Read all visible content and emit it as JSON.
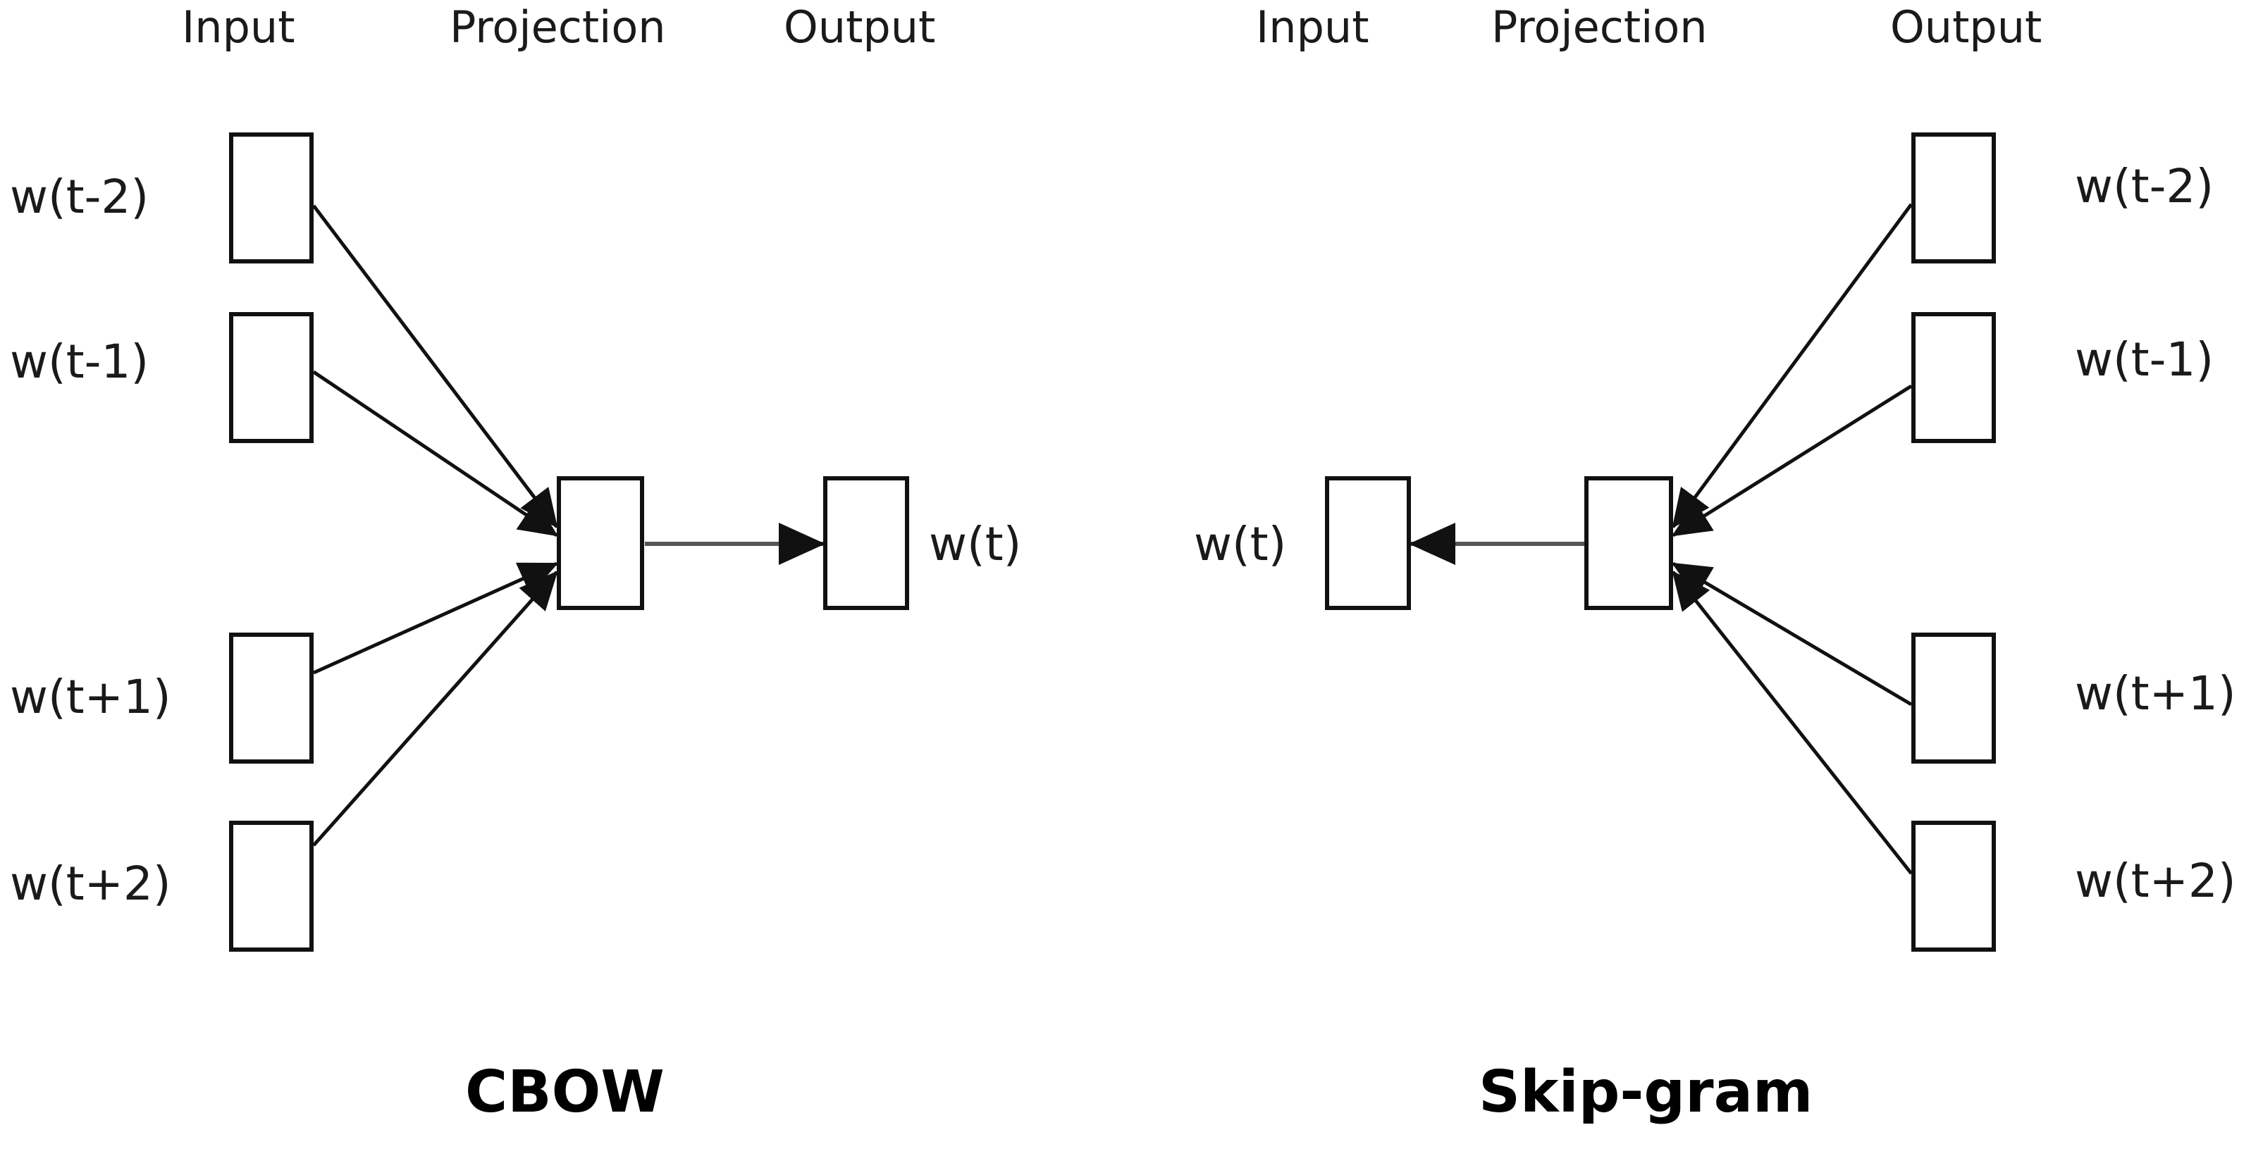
{
  "figure": {
    "background_color": "#ffffff",
    "stroke_color": "#111111",
    "text_color": "#1a1a1a"
  },
  "panels": [
    {
      "id": "cbow",
      "title": "CBOW",
      "headers": {
        "input": "Input",
        "projection": "Projection",
        "output": "Output"
      },
      "input_labels": [
        "w(t-2)",
        "w(t-1)",
        "w(t+1)",
        "w(t+2)"
      ],
      "output_labels": [
        "w(t)"
      ],
      "direction": "inputs-to-projection-to-output"
    },
    {
      "id": "skipgram",
      "title": "Skip-gram",
      "headers": {
        "input": "Input",
        "projection": "Projection",
        "output": "Output"
      },
      "input_labels": [
        "w(t)"
      ],
      "output_labels": [
        "w(t-2)",
        "w(t-1)",
        "w(t+1)",
        "w(t+2)"
      ],
      "direction": "input-to-projection-to-outputs"
    }
  ]
}
